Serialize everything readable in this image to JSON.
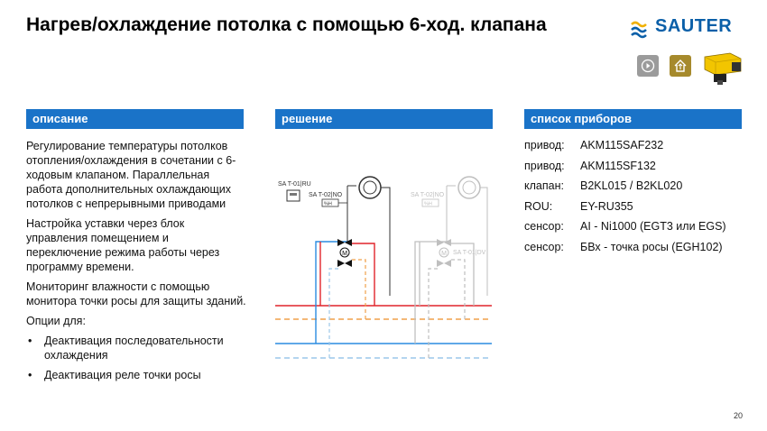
{
  "title": "Нагрев/охлаждение потолка с помощью 6-ход. клапана",
  "brand": {
    "name": "SAUTER",
    "color": "#0a5fa8"
  },
  "icons": [
    "play-icon",
    "house-icon",
    "actuator-image"
  ],
  "columns": {
    "description": "описание",
    "solution": "решение",
    "devices": "список приборов"
  },
  "description": {
    "p1": "Регулирование температуры потолков отопления/охлаждения в сочетании с 6-ходовым клапаном. Параллельная работа дополнительных охлаждающих потолков с непрерывными приводами",
    "p2": "Настройка уставки через блок управления помещением и переключение режима работы через программу времени.",
    "p3": "Мониторинг влажности с помощью монитора точки росы для защиты зданий.",
    "p4": "Опции для:",
    "options": [
      "Деактивация последовательности охлаждения",
      "Деактивация реле точки росы"
    ]
  },
  "devices": [
    {
      "key": "привод:",
      "value": "AKM115SAF232"
    },
    {
      "key": "привод:",
      "value": "AKM115SF132"
    },
    {
      "key": "клапан:",
      "value": "B2KL015 / B2KL020"
    },
    {
      "key": "ROU:",
      "value": "EY-RU355"
    },
    {
      "key": "сенсор:",
      "value": "AI - Ni1000 (EGT3 или EGS)"
    },
    {
      "key": "сенсор:",
      "value": "БВх - точка росы (EGH102)"
    }
  ],
  "diagram": {
    "labels": {
      "room_unit": "SA T-01|RU",
      "sensor_active": "SA T-02|NO",
      "sensor_inactive": "SA T-02|NO",
      "rh_active": "%H",
      "rh_inactive": "%H",
      "valve_inactive": "SA T-01|DV",
      "motor_active": "M",
      "motor_inactive": "M"
    },
    "colors": {
      "heating": "#e0242a",
      "heating_return": "#f0a04a",
      "cooling": "#2a8be0",
      "cooling_return": "#9cc7ea",
      "inactive": "#bfbfbf"
    }
  },
  "page_number": "20"
}
